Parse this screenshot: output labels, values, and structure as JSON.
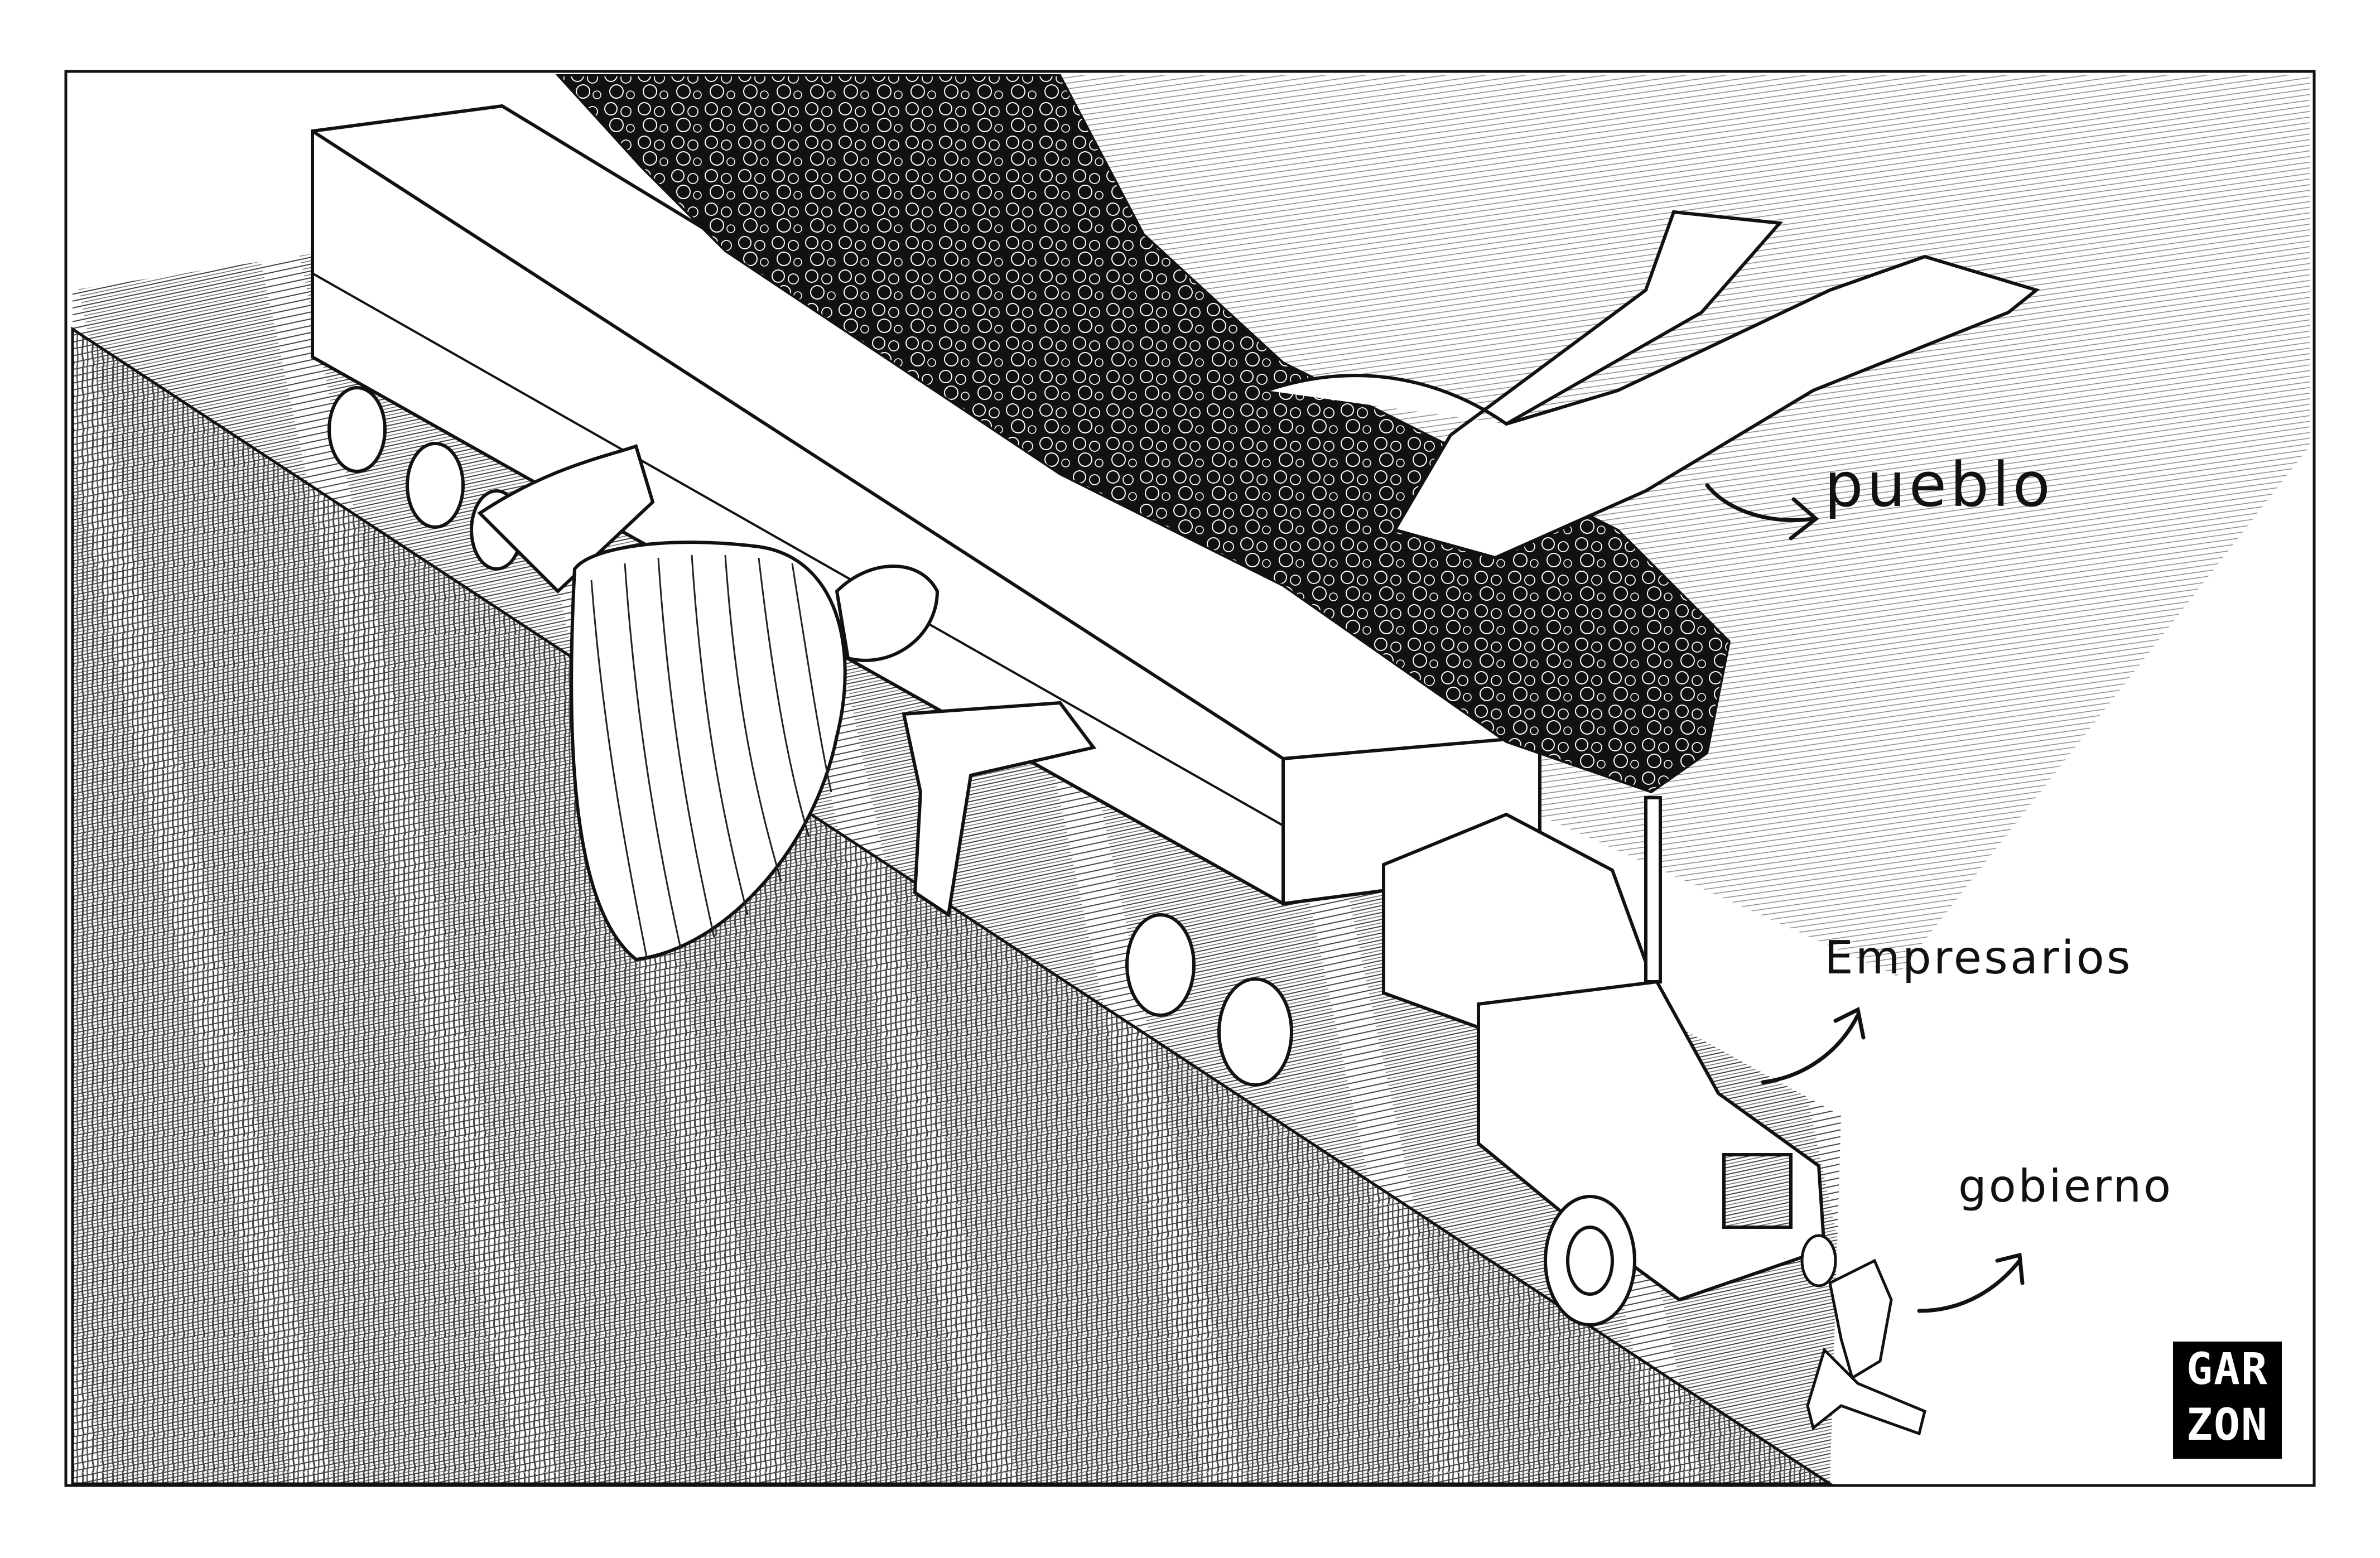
{
  "labels": {
    "pueblo": "pueblo",
    "empresarios": "Empresarios",
    "gobierno": "gobierno"
  },
  "signature": {
    "line1": "GAR",
    "line2": "ZON"
  },
  "colors": {
    "ink": "#111111",
    "paper": "#ffffff",
    "smoke": "#0a0a0a",
    "hatch": "#555555"
  },
  "icons": [
    "arrow-icon"
  ]
}
